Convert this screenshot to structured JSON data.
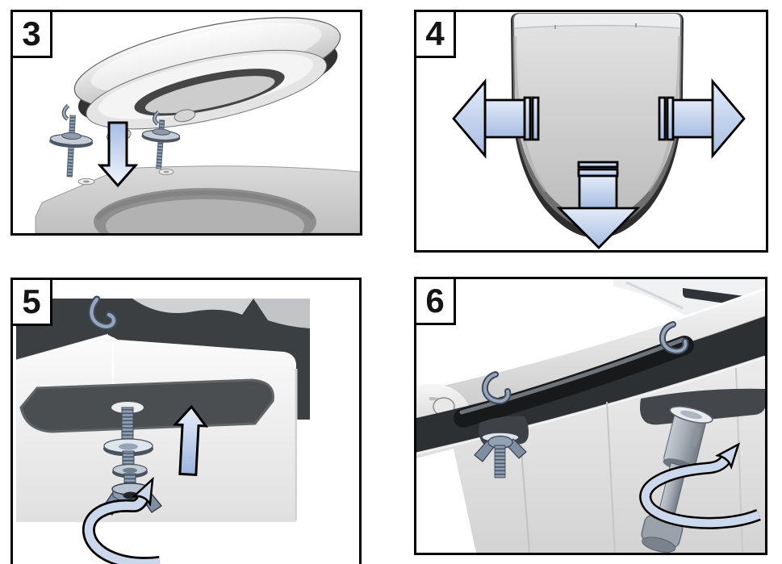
{
  "steps": [
    {
      "number": "3",
      "arrow_icons": [
        "down-arrow"
      ]
    },
    {
      "number": "4",
      "arrow_icons": [
        "left-arrow",
        "right-arrow",
        "down-arrow"
      ]
    },
    {
      "number": "5",
      "arrow_icons": [
        "up-arrow",
        "rotate-arrow"
      ]
    },
    {
      "number": "6",
      "arrow_icons": [
        "rotate-arrow"
      ]
    }
  ],
  "colors": {
    "page_bg": "#ffffff",
    "panel_border": "#000000",
    "label_text": "#141414",
    "arrow_fill_light": "#e3ebf8",
    "arrow_fill_dark": "#a6bde2",
    "arrow_outline": "#000000",
    "ceramic_light": "#f3f3f3",
    "ceramic_mid": "#cccccc",
    "shadow_dark": "#3a3d3f",
    "steel": "#8e9db1"
  }
}
